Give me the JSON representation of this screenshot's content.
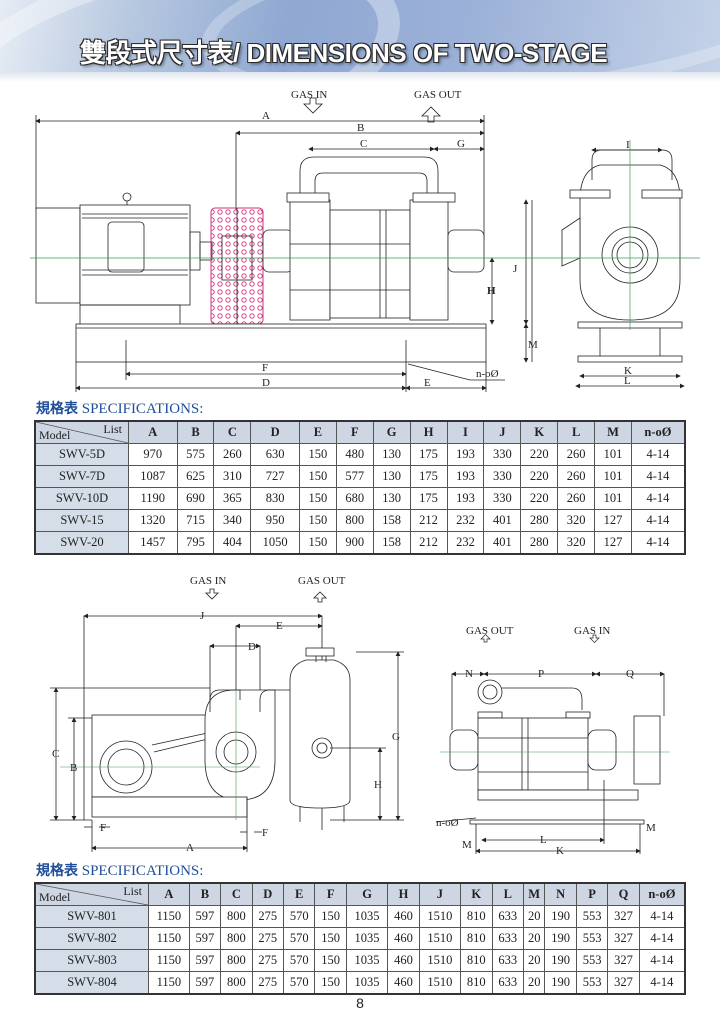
{
  "header": {
    "title": "雙段式尺寸表/ DIMENSIONS OF TWO-STAGE"
  },
  "drawing1": {
    "gas_in": "GAS IN",
    "gas_out": "GAS OUT",
    "dims": [
      "A",
      "B",
      "C",
      "G",
      "H",
      "J",
      "M",
      "F",
      "D",
      "E",
      "I",
      "K",
      "L"
    ],
    "hole_label": "n-oØ"
  },
  "spec_table_1": {
    "title_zh": "規格表",
    "title_en": "SPECIFICATIONS:",
    "corner_list": "List",
    "corner_model": "Model",
    "columns": [
      "A",
      "B",
      "C",
      "D",
      "E",
      "F",
      "G",
      "H",
      "I",
      "J",
      "K",
      "L",
      "M",
      "n-oØ"
    ],
    "rows": [
      {
        "model": "SWV-5D",
        "values": [
          "970",
          "575",
          "260",
          "630",
          "150",
          "480",
          "130",
          "175",
          "193",
          "330",
          "220",
          "260",
          "101",
          "4-14"
        ]
      },
      {
        "model": "SWV-7D",
        "values": [
          "1087",
          "625",
          "310",
          "727",
          "150",
          "577",
          "130",
          "175",
          "193",
          "330",
          "220",
          "260",
          "101",
          "4-14"
        ]
      },
      {
        "model": "SWV-10D",
        "values": [
          "1190",
          "690",
          "365",
          "830",
          "150",
          "680",
          "130",
          "175",
          "193",
          "330",
          "220",
          "260",
          "101",
          "4-14"
        ]
      },
      {
        "model": "SWV-15",
        "values": [
          "1320",
          "715",
          "340",
          "950",
          "150",
          "800",
          "158",
          "212",
          "232",
          "401",
          "280",
          "320",
          "127",
          "4-14"
        ]
      },
      {
        "model": "SWV-20",
        "values": [
          "1457",
          "795",
          "404",
          "1050",
          "150",
          "900",
          "158",
          "212",
          "232",
          "401",
          "280",
          "320",
          "127",
          "4-14"
        ]
      }
    ]
  },
  "drawing2": {
    "gas_in": "GAS IN",
    "gas_out": "GAS OUT",
    "dims": [
      "J",
      "E",
      "D",
      "C",
      "B",
      "G",
      "H",
      "F",
      "F",
      "A"
    ],
    "right_gas_out": "GAS OUT",
    "right_gas_in": "GAS IN",
    "right_dims": [
      "N",
      "P",
      "Q",
      "M",
      "L",
      "K",
      "M"
    ],
    "hole_label": "n-oØ"
  },
  "spec_table_2": {
    "title_zh": "規格表",
    "title_en": "SPECIFICATIONS:",
    "corner_list": "List",
    "corner_model": "Model",
    "columns": [
      "A",
      "B",
      "C",
      "D",
      "E",
      "F",
      "G",
      "H",
      "J",
      "K",
      "L",
      "M",
      "N",
      "P",
      "Q",
      "n-oØ"
    ],
    "rows": [
      {
        "model": "SWV-801",
        "values": [
          "1150",
          "597",
          "800",
          "275",
          "570",
          "150",
          "1035",
          "460",
          "1510",
          "810",
          "633",
          "20",
          "190",
          "553",
          "327",
          "4-14"
        ]
      },
      {
        "model": "SWV-802",
        "values": [
          "1150",
          "597",
          "800",
          "275",
          "570",
          "150",
          "1035",
          "460",
          "1510",
          "810",
          "633",
          "20",
          "190",
          "553",
          "327",
          "4-14"
        ]
      },
      {
        "model": "SWV-803",
        "values": [
          "1150",
          "597",
          "800",
          "275",
          "570",
          "150",
          "1035",
          "460",
          "1510",
          "810",
          "633",
          "20",
          "190",
          "553",
          "327",
          "4-14"
        ]
      },
      {
        "model": "SWV-804",
        "values": [
          "1150",
          "597",
          "800",
          "275",
          "570",
          "150",
          "1035",
          "460",
          "1510",
          "810",
          "633",
          "20",
          "190",
          "553",
          "327",
          "4-14"
        ]
      }
    ]
  },
  "footer": {
    "page_number": "8"
  },
  "colors": {
    "title_blue": "#1f4f9a",
    "table_header": "#cdd6e2",
    "model_cell": "#d5dde8",
    "coupling_guard": "#d0307a",
    "centerline": "#3a9a5a"
  }
}
